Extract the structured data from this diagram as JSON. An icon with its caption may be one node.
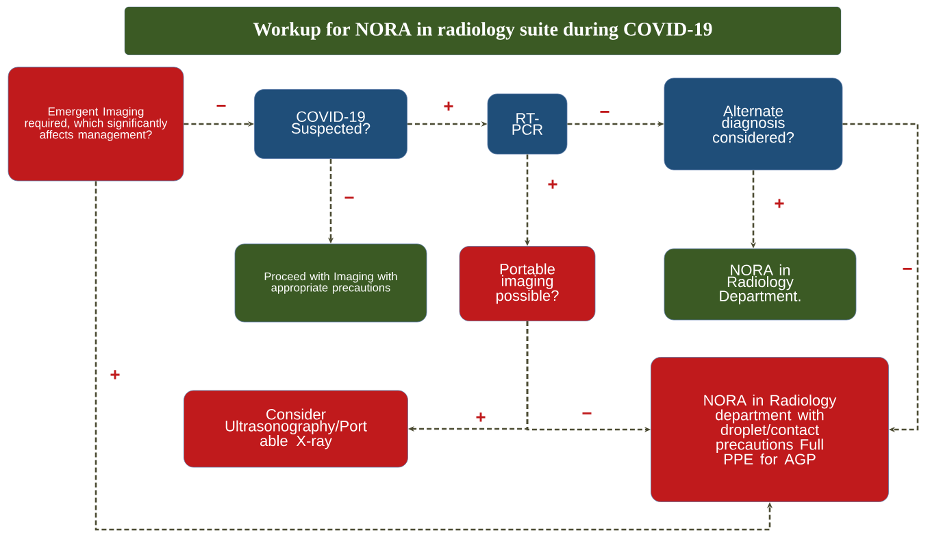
{
  "diagram": {
    "title": "Workup for NORA in radiology suite during  COVID-19",
    "nodes": [
      {
        "text": [
          "Emergent Imaging required, which significantly affects management?"
        ]
      },
      {
        "text": [
          "COVID-19 Suspected?"
        ]
      },
      {
        "text": [
          "RT- PCR"
        ]
      },
      {
        "text": [
          "Alternate diagnosis considered?"
        ]
      },
      {
        "text": [
          "Proceed with Imaging with appropriate precautions"
        ]
      },
      {
        "text": [
          "Portable imaging possible?"
        ]
      },
      {
        "text": [
          "NORA in Radiology Department."
        ]
      },
      {
        "text": [
          "Consider Ultrasonography/Port able X-ray"
        ]
      },
      {
        "text": [
          "NORA in Radiology department with droplet/contact precautions Full PPE for AGP"
        ]
      }
    ],
    "edges": [
      {
        "from": 0,
        "to": 1,
        "arrow": "to",
        "label": "−"
      },
      {
        "from": 1,
        "to": 2,
        "arrow": "to",
        "label": "+"
      },
      {
        "from": 2,
        "to": 3,
        "arrow": "to",
        "label": "−"
      },
      {
        "from": 1,
        "to": 4,
        "arrow": "to",
        "label": "−"
      },
      {
        "from": 2,
        "to": 5,
        "arrow": "to",
        "label": "+"
      },
      {
        "from": 3,
        "to": 6,
        "arrow": "to",
        "label": "+"
      },
      {
        "from": 3,
        "to": 8,
        "arrow": "to",
        "label": "−"
      },
      {
        "from": 5,
        "to": 7,
        "arrow": "to",
        "label": "+"
      },
      {
        "from": 5,
        "to": 8,
        "arrow": "to",
        "label": "−"
      },
      {
        "from": 0,
        "to": 8,
        "arrow": "to",
        "label": "+"
      }
    ]
  }
}
